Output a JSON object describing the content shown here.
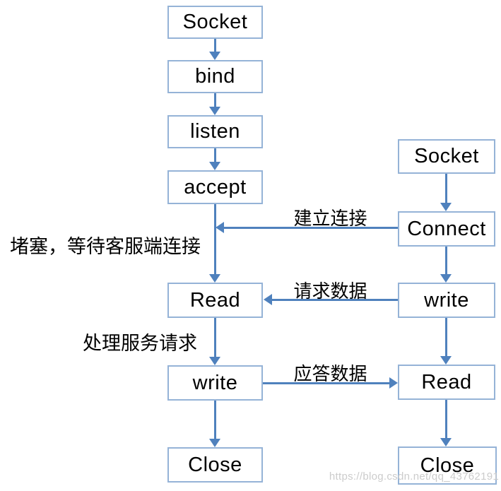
{
  "diagram": {
    "type": "flowchart",
    "subject": "TCP socket server-client call flow",
    "server": {
      "steps": [
        {
          "label": "Socket"
        },
        {
          "label": "bind"
        },
        {
          "label": "listen"
        },
        {
          "label": "accept"
        },
        {
          "label": "Read"
        },
        {
          "label": "write"
        },
        {
          "label": "Close"
        }
      ]
    },
    "client": {
      "steps": [
        {
          "label": "Socket"
        },
        {
          "label": "Connect"
        },
        {
          "label": "write"
        },
        {
          "label": "Read"
        },
        {
          "label": "Close"
        }
      ]
    },
    "edge_labels": {
      "establish_connection": "建立连接",
      "request_data": "请求数据",
      "response_data": "应答数据"
    },
    "annotations": {
      "blocking_wait": "堵塞，等待客服端连接",
      "process_request": "处理服务请求"
    },
    "watermark": "https://blog.csdn.net/qq_43762191",
    "colors": {
      "box_border": "#95b3d7",
      "box_fill": "#ffffff",
      "arrow": "#4f81bd",
      "text": "#000000",
      "watermark_text": "#cccccc"
    }
  }
}
